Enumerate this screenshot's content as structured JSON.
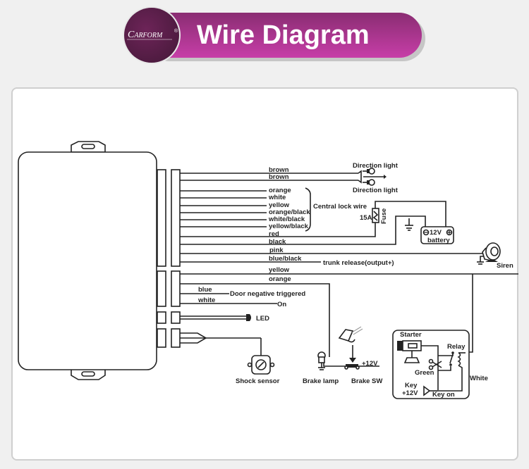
{
  "header": {
    "logo_text": "ARFORM",
    "logo_initial": "C",
    "registered_mark": "®",
    "title": "Wire Diagram",
    "colors": {
      "banner_dark": "#5e1f4c",
      "banner_light": "#c23ba3",
      "title_text": "#ffffff"
    }
  },
  "diagram": {
    "wires_group1": [
      {
        "label": "brown"
      },
      {
        "label": "brown"
      },
      {
        "label": "orange"
      },
      {
        "label": "white"
      },
      {
        "label": "yellow"
      },
      {
        "label": "orange/black"
      },
      {
        "label": "white/black"
      },
      {
        "label": "yellow/black"
      },
      {
        "label": "red"
      },
      {
        "label": "black"
      },
      {
        "label": "pink"
      },
      {
        "label": "blue/black"
      }
    ],
    "wires_group2": [
      {
        "label": "yellow"
      },
      {
        "label": "orange"
      },
      {
        "label": "blue"
      },
      {
        "label": "white"
      }
    ],
    "labels": {
      "direction_light_top": "Direction light",
      "direction_light_bottom": "Direction light",
      "central_lock_wire": "Central lock wire",
      "fuse_rating": "15A",
      "fuse": "Fuse",
      "battery_voltage": "12V",
      "battery": "battery",
      "siren": "Siren",
      "trunk_release": "trunk release(output+)",
      "door_negative": "Door negative triggered",
      "on": "On",
      "led": "LED",
      "shock_sensor": "Shock sensor",
      "brake_lamp": "Brake lamp",
      "brake_sw": "Brake SW",
      "plus12v": "+12V",
      "starter": "Starter",
      "relay": "Relay",
      "green": "Green",
      "white": "White",
      "key": "Key",
      "key_voltage": "+12V",
      "key_on": "Key on"
    }
  }
}
